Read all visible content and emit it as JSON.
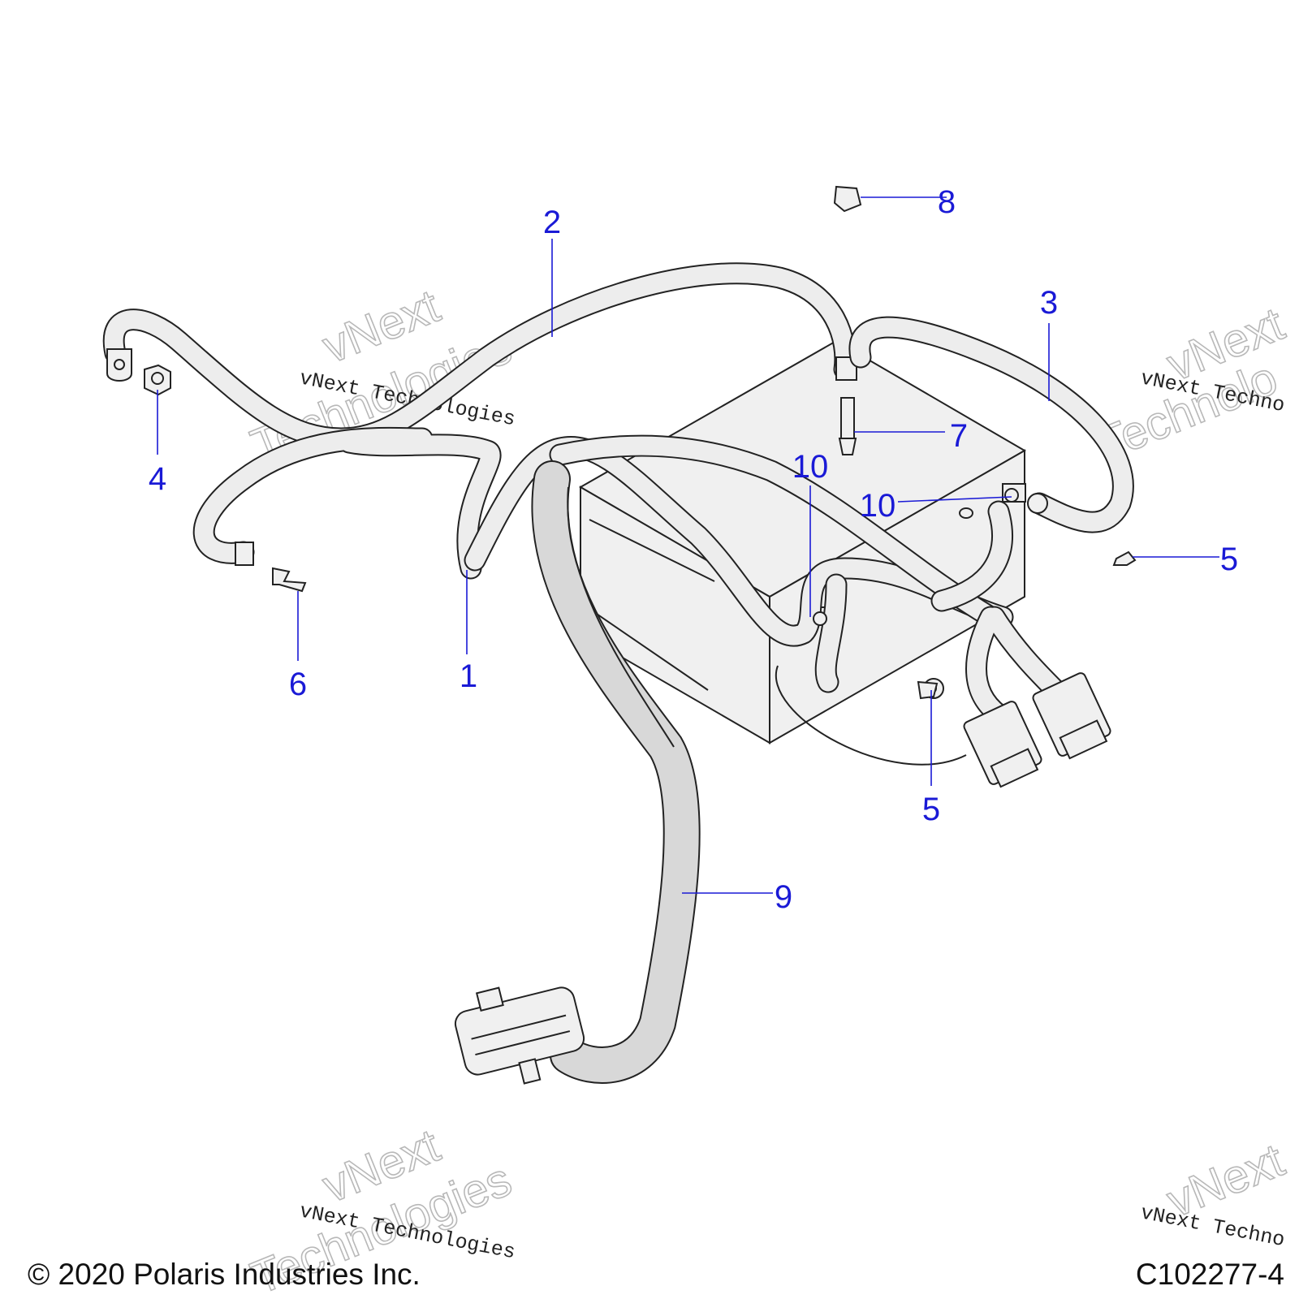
{
  "callouts": [
    {
      "id": "c1",
      "label": "1"
    },
    {
      "id": "c2",
      "label": "2"
    },
    {
      "id": "c3",
      "label": "3"
    },
    {
      "id": "c4",
      "label": "4"
    },
    {
      "id": "c5a",
      "label": "5"
    },
    {
      "id": "c5b",
      "label": "5"
    },
    {
      "id": "c6",
      "label": "6"
    },
    {
      "id": "c7",
      "label": "7"
    },
    {
      "id": "c8",
      "label": "8"
    },
    {
      "id": "c9",
      "label": "9"
    },
    {
      "id": "c10a",
      "label": "10"
    },
    {
      "id": "c10b",
      "label": "10"
    }
  ],
  "watermark": {
    "line": "vNext Technologies",
    "big_top": "vNext",
    "big_bottom": "Technologies",
    "right_line": "vNext Techno",
    "right_big_top": "vNext",
    "right_big_bottom": "Technolo"
  },
  "footer": {
    "copyright": "© 2020 Polaris Industries Inc.",
    "figure_id": "C102277-4"
  },
  "colors": {
    "callout": "#1a1ad6",
    "line_art": "#222222",
    "watermark": "#b8b8b8"
  }
}
